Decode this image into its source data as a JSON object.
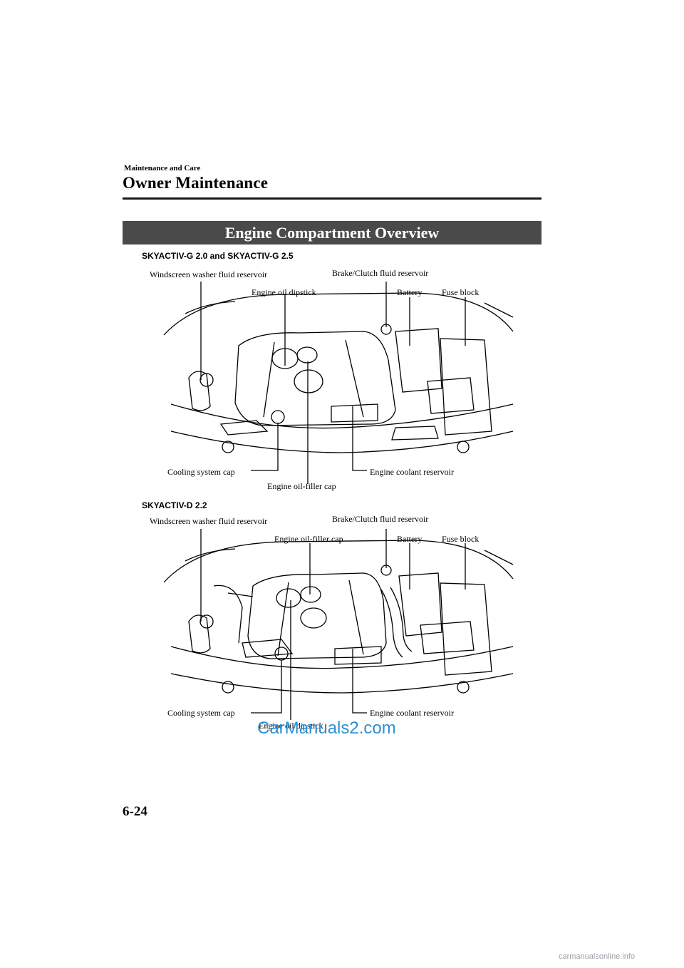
{
  "header": {
    "section": "Maintenance and Care",
    "title": "Owner Maintenance"
  },
  "banner": "Engine Compartment Overview",
  "diagram_g": {
    "heading": "SKYACTIV-G 2.0 and SKYACTIV-G 2.5",
    "labels": {
      "washer": "Windscreen washer fluid reservoir",
      "brake": "Brake/Clutch fluid reservoir",
      "dipstick": "Engine oil dipstick",
      "battery": "Battery",
      "fuse": "Fuse block",
      "cooling": "Cooling system cap",
      "coolant": "Engine coolant reservoir",
      "filler": "Engine oil-filler cap"
    }
  },
  "diagram_d": {
    "heading": "SKYACTIV-D 2.2",
    "labels": {
      "washer": "Windscreen washer fluid reservoir",
      "brake": "Brake/Clutch fluid reservoir",
      "filler": "Engine oil-filler cap",
      "battery": "Battery",
      "fuse": "Fuse block",
      "cooling": "Cooling system cap",
      "coolant": "Engine coolant reservoir",
      "dipstick": "Engine oil dipstick"
    }
  },
  "footer": {
    "page_number": "6-24",
    "watermark": "CarManuals2.com",
    "site": "carmanualsonline.info"
  }
}
